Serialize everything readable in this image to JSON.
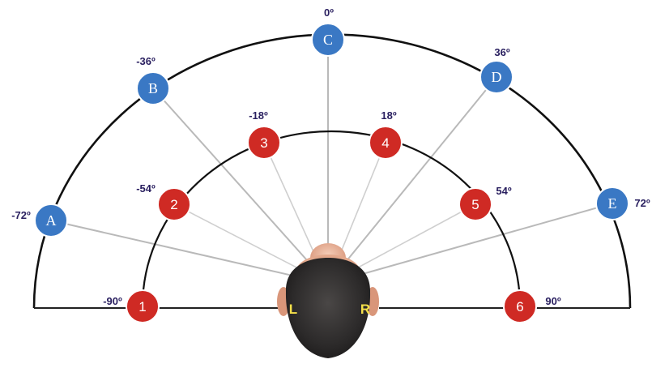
{
  "colors": {
    "background": "#ffffff",
    "outer_node": "#3a78c4",
    "outer_node_stroke": "#ffffff",
    "inner_node": "#cf2a24",
    "inner_node_stroke": "#ffffff",
    "arc": "#111111",
    "spoke": "#b9b9b9",
    "angle_label": "#2a2060",
    "node_text": "#ffffff",
    "ear_label": "#f5e04a",
    "head_hair": "#2c2a2a",
    "head_skin": "#e8b49c"
  },
  "outer_ring": {
    "nodes": [
      {
        "label": "A",
        "angle": "-72º"
      },
      {
        "label": "B",
        "angle": "-36º"
      },
      {
        "label": "C",
        "angle": "0º"
      },
      {
        "label": "D",
        "angle": "36º"
      },
      {
        "label": "E",
        "angle": "72º"
      }
    ]
  },
  "inner_ring": {
    "nodes": [
      {
        "label": "1",
        "angle": "-90º"
      },
      {
        "label": "2",
        "angle": "-54º"
      },
      {
        "label": "3",
        "angle": "-18º"
      },
      {
        "label": "4",
        "angle": "18º"
      },
      {
        "label": "5",
        "angle": "54º"
      },
      {
        "label": "6",
        "angle": "90º"
      }
    ]
  },
  "head": {
    "left_ear": "L",
    "right_ear": "R"
  }
}
